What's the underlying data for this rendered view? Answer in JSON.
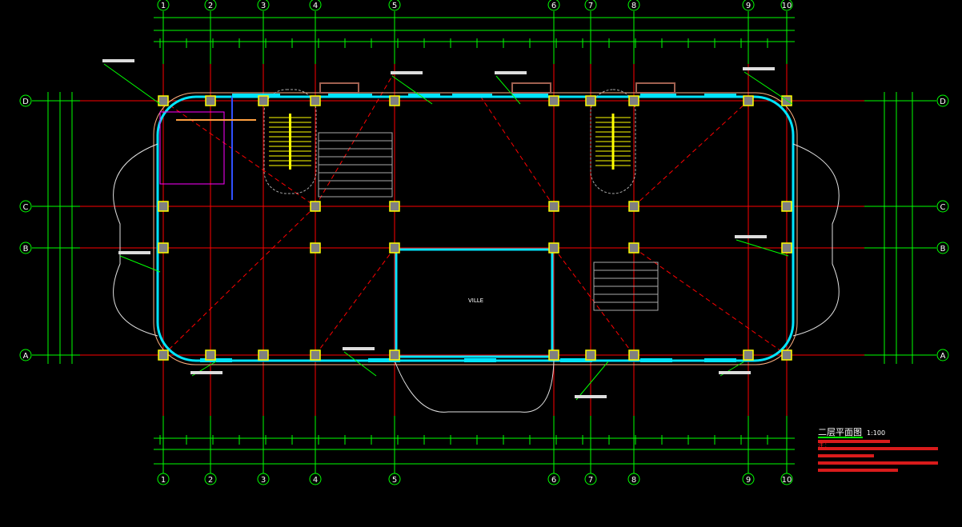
{
  "drawing": {
    "title": "二层平面图",
    "scale": "1:100",
    "notes": [
      "注：",
      "",
      "",
      "",
      ""
    ]
  },
  "grid": {
    "columns": [
      "1",
      "2",
      "3",
      "4",
      "5",
      "6",
      "7",
      "8",
      "9",
      "10"
    ],
    "rows": [
      "D",
      "C",
      "B",
      "A"
    ]
  },
  "rooms": {
    "courtyard_label": "VILLE"
  },
  "colors": {
    "background": "#000000",
    "grid_axis": "#ff0000",
    "dimension": "#00ff00",
    "wall": "#00e5ff",
    "column": "#ffff00",
    "text": "#ffffff"
  }
}
